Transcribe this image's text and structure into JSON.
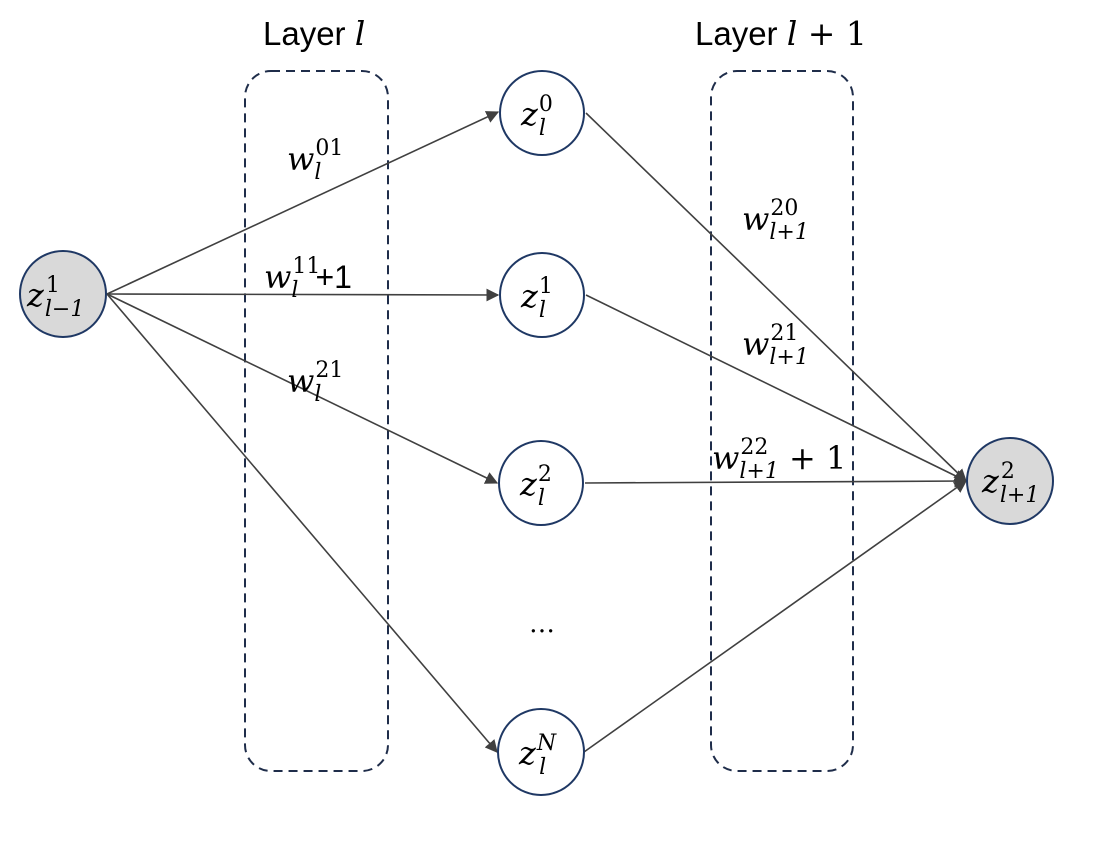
{
  "diagram": {
    "layer_titles": {
      "left": {
        "text": "Layer ",
        "var": "l"
      },
      "right": {
        "text": "Layer ",
        "var": "l",
        "suffix": " + 1"
      }
    },
    "nodes": [
      {
        "id": "input",
        "base": "z",
        "sub": "l−1",
        "sup": "1",
        "fill": "#d9d9d9"
      },
      {
        "id": "hidden0",
        "base": "z",
        "sub": "l",
        "sup": "0",
        "fill": "#ffffff"
      },
      {
        "id": "hidden1",
        "base": "z",
        "sub": "l",
        "sup": "1",
        "fill": "#ffffff"
      },
      {
        "id": "hidden2",
        "base": "z",
        "sub": "l",
        "sup": "2",
        "fill": "#ffffff"
      },
      {
        "id": "hiddenN",
        "base": "z",
        "sub": "l",
        "sup": "N",
        "fill": "#ffffff"
      },
      {
        "id": "output",
        "base": "z",
        "sub": "l+1",
        "sup": "2",
        "fill": "#d9d9d9"
      }
    ],
    "ellipsis": "…",
    "edges": [
      {
        "from": "input",
        "to": "hidden0"
      },
      {
        "from": "input",
        "to": "hidden1"
      },
      {
        "from": "input",
        "to": "hidden2"
      },
      {
        "from": "input",
        "to": "hiddenN"
      },
      {
        "from": "hidden0",
        "to": "output"
      },
      {
        "from": "hidden1",
        "to": "output"
      },
      {
        "from": "hidden2",
        "to": "output"
      },
      {
        "from": "hiddenN",
        "to": "output"
      }
    ],
    "weight_labels": [
      {
        "base": "w",
        "sub": "l",
        "sup": "01",
        "suffix": ""
      },
      {
        "base": "w",
        "sub": "l",
        "sup": "11",
        "suffix": "+1"
      },
      {
        "base": "w",
        "sub": "l",
        "sup": "21",
        "suffix": ""
      },
      {
        "base": "w",
        "sub": "l+1",
        "sup": "20",
        "suffix": ""
      },
      {
        "base": "w",
        "sub": "l+1",
        "sup": "21",
        "suffix": ""
      },
      {
        "base": "w",
        "sub": "l+1",
        "sup": "22",
        "suffix": " + 1"
      }
    ],
    "colors": {
      "node_stroke": "#1f3864",
      "box_stroke": "#1f2d4a",
      "edge": "#404040",
      "shaded_node": "#d9d9d9"
    }
  }
}
